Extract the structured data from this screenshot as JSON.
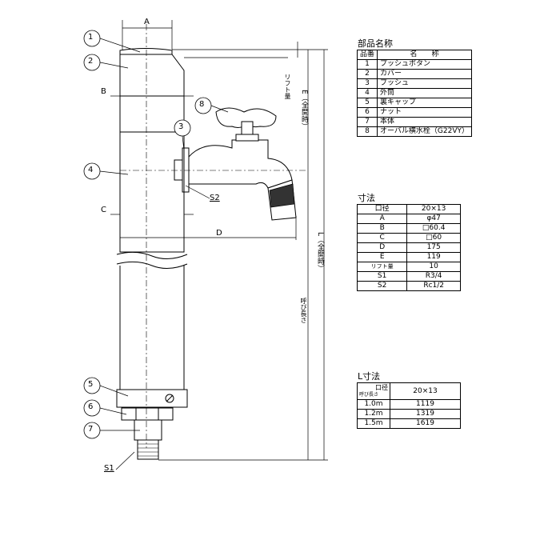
{
  "labels": {
    "dim_A": "A",
    "dim_B": "B",
    "dim_C": "C",
    "dim_D": "D",
    "dim_E": "E（全開時）",
    "dim_L": "L（全開時）",
    "lift": "リフト量",
    "yobi": "呼び長さ",
    "s1": "S1",
    "s2": "S2"
  },
  "callouts": [
    "1",
    "2",
    "3",
    "4",
    "5",
    "6",
    "7",
    "8"
  ],
  "parts_table": {
    "title": "部品名称",
    "headers": [
      "品番",
      "名　　称"
    ],
    "rows": [
      [
        "1",
        "プッシュボタン"
      ],
      [
        "2",
        "カバー"
      ],
      [
        "3",
        "ブッシュ"
      ],
      [
        "4",
        "外筒"
      ],
      [
        "5",
        "裏キャップ"
      ],
      [
        "6",
        "ナット"
      ],
      [
        "7",
        "本体"
      ],
      [
        "8",
        "オーバル横水栓（G22VY）"
      ]
    ]
  },
  "dims_table": {
    "title": "寸法",
    "headers": [
      "口径",
      "20×13"
    ],
    "rows": [
      [
        "A",
        "φ47"
      ],
      [
        "B",
        "□60.4"
      ],
      [
        "C",
        "□60"
      ],
      [
        "D",
        "175"
      ],
      [
        "E",
        "119"
      ],
      [
        "リフト量",
        "10"
      ],
      [
        "S1",
        "R3/4"
      ],
      [
        "S2",
        "Rc1/2"
      ]
    ]
  },
  "l_table": {
    "title": "L寸法",
    "header_top": "口径",
    "header_bottom": "呼び長さ",
    "header_value": "20×13",
    "rows": [
      [
        "1.0m",
        "1119"
      ],
      [
        "1.2m",
        "1319"
      ],
      [
        "1.5m",
        "1619"
      ]
    ]
  }
}
